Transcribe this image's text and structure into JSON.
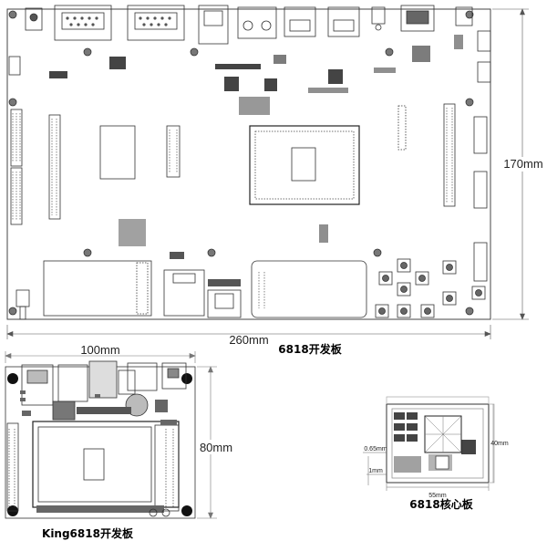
{
  "boards": {
    "dev_board": {
      "caption": "6818开发板",
      "width_label": "260mm",
      "height_label": "170mm"
    },
    "king_board": {
      "caption": "King6818开发板",
      "width_label": "100mm",
      "height_label": "80mm"
    },
    "core_board": {
      "caption": "6818核心板",
      "width_label": "55mm",
      "height_label": "40mm",
      "side_labels": [
        "0.65mm",
        "1mm"
      ]
    }
  }
}
